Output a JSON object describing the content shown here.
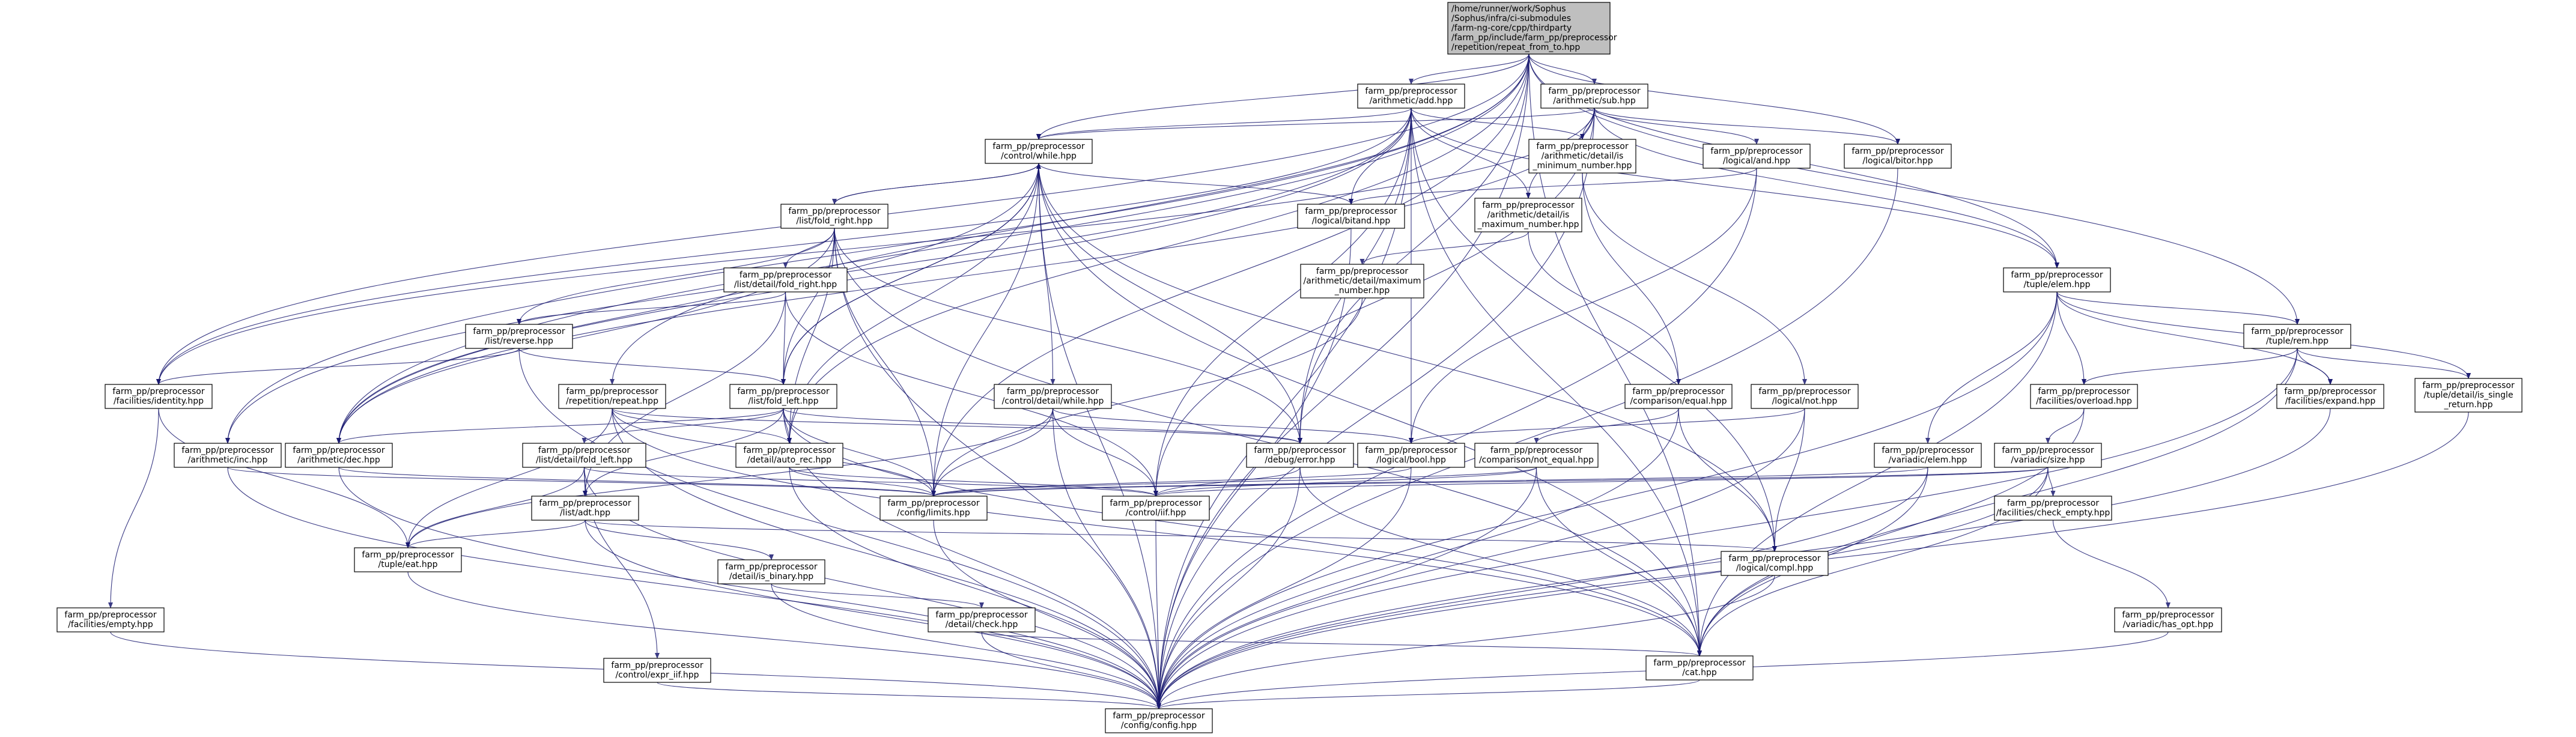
{
  "colors": {
    "edge": "#191970",
    "node_fill": "#ffffff",
    "root_fill": "#bfbfbf",
    "node_border": "#000000"
  },
  "nodes": [
    {
      "id": "root",
      "lines": [
        "/home/runner/work/Sophus",
        "/Sophus/infra/ci-submodules",
        "/farm-ng-core/cpp/thirdparty",
        "/farm_pp/include/farm_pp/preprocessor",
        "/repetition/repeat_from_to.hpp"
      ]
    },
    {
      "id": "arith_add",
      "lines": [
        "farm_pp/preprocessor",
        "/arithmetic/add.hpp"
      ]
    },
    {
      "id": "arith_sub",
      "lines": [
        "farm_pp/preprocessor",
        "/arithmetic/sub.hpp"
      ]
    },
    {
      "id": "control_while",
      "lines": [
        "farm_pp/preprocessor",
        "/control/while.hpp"
      ]
    },
    {
      "id": "arith_detail_is_min",
      "lines": [
        "farm_pp/preprocessor",
        "/arithmetic/detail/is",
        "_minimum_number.hpp"
      ]
    },
    {
      "id": "logical_and",
      "lines": [
        "farm_pp/preprocessor",
        "/logical/and.hpp"
      ]
    },
    {
      "id": "logical_bitor",
      "lines": [
        "farm_pp/preprocessor",
        "/logical/bitor.hpp"
      ]
    },
    {
      "id": "list_fold_right",
      "lines": [
        "farm_pp/preprocessor",
        "/list/fold_right.hpp"
      ]
    },
    {
      "id": "logical_bitand",
      "lines": [
        "farm_pp/preprocessor",
        "/logical/bitand.hpp"
      ]
    },
    {
      "id": "arith_detail_is_max",
      "lines": [
        "farm_pp/preprocessor",
        "/arithmetic/detail/is",
        "_maximum_number.hpp"
      ]
    },
    {
      "id": "list_detail_fold_right",
      "lines": [
        "farm_pp/preprocessor",
        "/list/detail/fold_right.hpp"
      ]
    },
    {
      "id": "arith_detail_maximum",
      "lines": [
        "farm_pp/preprocessor",
        "/arithmetic/detail/maximum",
        "_number.hpp"
      ]
    },
    {
      "id": "tuple_elem",
      "lines": [
        "farm_pp/preprocessor",
        "/tuple/elem.hpp"
      ]
    },
    {
      "id": "list_reverse",
      "lines": [
        "farm_pp/preprocessor",
        "/list/reverse.hpp"
      ]
    },
    {
      "id": "tuple_rem",
      "lines": [
        "farm_pp/preprocessor",
        "/tuple/rem.hpp"
      ]
    },
    {
      "id": "facilities_identity",
      "lines": [
        "farm_pp/preprocessor",
        "/facilities/identity.hpp"
      ]
    },
    {
      "id": "repetition_repeat",
      "lines": [
        "farm_pp/preprocessor",
        "/repetition/repeat.hpp"
      ]
    },
    {
      "id": "list_fold_left",
      "lines": [
        "farm_pp/preprocessor",
        "/list/fold_left.hpp"
      ]
    },
    {
      "id": "control_detail_while",
      "lines": [
        "farm_pp/preprocessor",
        "/control/detail/while.hpp"
      ]
    },
    {
      "id": "comparison_equal",
      "lines": [
        "farm_pp/preprocessor",
        "/comparison/equal.hpp"
      ]
    },
    {
      "id": "logical_not",
      "lines": [
        "farm_pp/preprocessor",
        "/logical/not.hpp"
      ]
    },
    {
      "id": "facilities_overload",
      "lines": [
        "farm_pp/preprocessor",
        "/facilities/overload.hpp"
      ]
    },
    {
      "id": "facilities_expand",
      "lines": [
        "farm_pp/preprocessor",
        "/facilities/expand.hpp"
      ]
    },
    {
      "id": "tuple_detail_is_single",
      "lines": [
        "farm_pp/preprocessor",
        "/tuple/detail/is_single",
        "_return.hpp"
      ]
    },
    {
      "id": "arith_inc",
      "lines": [
        "farm_pp/preprocessor",
        "/arithmetic/inc.hpp"
      ]
    },
    {
      "id": "arith_dec",
      "lines": [
        "farm_pp/preprocessor",
        "/arithmetic/dec.hpp"
      ]
    },
    {
      "id": "list_detail_fold_left",
      "lines": [
        "farm_pp/preprocessor",
        "/list/detail/fold_left.hpp"
      ]
    },
    {
      "id": "detail_auto_rec",
      "lines": [
        "farm_pp/preprocessor",
        "/detail/auto_rec.hpp"
      ]
    },
    {
      "id": "debug_error",
      "lines": [
        "farm_pp/preprocessor",
        "/debug/error.hpp"
      ]
    },
    {
      "id": "logical_bool",
      "lines": [
        "farm_pp/preprocessor",
        "/logical/bool.hpp"
      ]
    },
    {
      "id": "comparison_not_equal",
      "lines": [
        "farm_pp/preprocessor",
        "/comparison/not_equal.hpp"
      ]
    },
    {
      "id": "variadic_elem",
      "lines": [
        "farm_pp/preprocessor",
        "/variadic/elem.hpp"
      ]
    },
    {
      "id": "variadic_size",
      "lines": [
        "farm_pp/preprocessor",
        "/variadic/size.hpp"
      ]
    },
    {
      "id": "list_adt",
      "lines": [
        "farm_pp/preprocessor",
        "/list/adt.hpp"
      ]
    },
    {
      "id": "config_limits",
      "lines": [
        "farm_pp/preprocessor",
        "/config/limits.hpp"
      ]
    },
    {
      "id": "control_iif",
      "lines": [
        "farm_pp/preprocessor",
        "/control/iif.hpp"
      ]
    },
    {
      "id": "facilities_check_empty",
      "lines": [
        "farm_pp/preprocessor",
        "/facilities/check_empty.hpp"
      ]
    },
    {
      "id": "tuple_eat",
      "lines": [
        "farm_pp/preprocessor",
        "/tuple/eat.hpp"
      ]
    },
    {
      "id": "detail_is_binary",
      "lines": [
        "farm_pp/preprocessor",
        "/detail/is_binary.hpp"
      ]
    },
    {
      "id": "logical_compl",
      "lines": [
        "farm_pp/preprocessor",
        "/logical/compl.hpp"
      ]
    },
    {
      "id": "facilities_empty",
      "lines": [
        "farm_pp/preprocessor",
        "/facilities/empty.hpp"
      ]
    },
    {
      "id": "detail_check",
      "lines": [
        "farm_pp/preprocessor",
        "/detail/check.hpp"
      ]
    },
    {
      "id": "variadic_has_opt",
      "lines": [
        "farm_pp/preprocessor",
        "/variadic/has_opt.hpp"
      ]
    },
    {
      "id": "control_expr_iif",
      "lines": [
        "farm_pp/preprocessor",
        "/control/expr_iif.hpp"
      ]
    },
    {
      "id": "cat",
      "lines": [
        "farm_pp/preprocessor",
        "/cat.hpp"
      ]
    },
    {
      "id": "config_config",
      "lines": [
        "farm_pp/preprocessor",
        "/config/config.hpp"
      ]
    }
  ],
  "edges": [
    [
      "root",
      "arith_add"
    ],
    [
      "root",
      "arith_sub"
    ],
    [
      "root",
      "control_while"
    ],
    [
      "root",
      "tuple_elem"
    ],
    [
      "root",
      "tuple_rem"
    ],
    [
      "root",
      "repetition_repeat"
    ],
    [
      "root",
      "debug_error"
    ],
    [
      "root",
      "cat"
    ],
    [
      "root",
      "config_config"
    ],
    [
      "root",
      "detail_auto_rec"
    ],
    [
      "root",
      "arith_inc"
    ],
    [
      "root",
      "arith_dec"
    ],
    [
      "root",
      "config_limits"
    ],
    [
      "root",
      "facilities_identity"
    ],
    [
      "root",
      "logical_bitor"
    ],
    [
      "arith_add",
      "control_while"
    ],
    [
      "arith_add",
      "tuple_elem"
    ],
    [
      "arith_add",
      "arith_dec"
    ],
    [
      "arith_add",
      "arith_inc"
    ],
    [
      "arith_add",
      "arith_detail_is_min"
    ],
    [
      "arith_add",
      "arith_detail_is_max"
    ],
    [
      "arith_add",
      "logical_bitand"
    ],
    [
      "arith_add",
      "logical_bool"
    ],
    [
      "arith_add",
      "control_iif"
    ],
    [
      "arith_add",
      "config_config"
    ],
    [
      "arith_add",
      "cat"
    ],
    [
      "arith_add",
      "facilities_identity"
    ],
    [
      "arith_add",
      "logical_compl"
    ],
    [
      "arith_add",
      "debug_error"
    ],
    [
      "arith_sub",
      "control_while"
    ],
    [
      "arith_sub",
      "tuple_elem"
    ],
    [
      "arith_sub",
      "arith_dec"
    ],
    [
      "arith_sub",
      "arith_detail_is_min"
    ],
    [
      "arith_sub",
      "arith_detail_is_max"
    ],
    [
      "arith_sub",
      "logical_and"
    ],
    [
      "arith_sub",
      "logical_bitor"
    ],
    [
      "arith_sub",
      "config_config"
    ],
    [
      "arith_sub",
      "control_iif"
    ],
    [
      "arith_sub",
      "facilities_identity"
    ],
    [
      "control_while",
      "list_fold_right"
    ],
    [
      "control_while",
      "list_fold_left"
    ],
    [
      "control_while",
      "control_detail_while"
    ],
    [
      "control_while",
      "detail_auto_rec"
    ],
    [
      "control_while",
      "debug_error"
    ],
    [
      "control_while",
      "config_config"
    ],
    [
      "control_while",
      "config_limits"
    ],
    [
      "control_while",
      "logical_bitand"
    ],
    [
      "control_while",
      "cat"
    ],
    [
      "control_while",
      "arith_dec"
    ],
    [
      "control_while",
      "logical_compl"
    ],
    [
      "arith_detail_is_min",
      "comparison_equal"
    ],
    [
      "arith_detail_is_min",
      "logical_not"
    ],
    [
      "logical_and",
      "logical_bitand"
    ],
    [
      "logical_and",
      "logical_bool"
    ],
    [
      "logical_and",
      "config_config"
    ],
    [
      "logical_bitor",
      "config_config"
    ],
    [
      "list_fold_right",
      "control_while"
    ],
    [
      "list_fold_right",
      "list_detail_fold_right"
    ],
    [
      "list_fold_right",
      "list_fold_left"
    ],
    [
      "list_fold_right",
      "list_reverse"
    ],
    [
      "list_fold_right",
      "detail_auto_rec"
    ],
    [
      "list_fold_right",
      "debug_error"
    ],
    [
      "list_fold_right",
      "config_config"
    ],
    [
      "list_fold_right",
      "config_limits"
    ],
    [
      "list_fold_right",
      "cat"
    ],
    [
      "list_fold_right",
      "arith_dec"
    ],
    [
      "logical_bitand",
      "config_config"
    ],
    [
      "arith_detail_is_max",
      "arith_detail_maximum"
    ],
    [
      "arith_detail_is_max",
      "comparison_equal"
    ],
    [
      "arith_detail_maximum",
      "config_limits"
    ],
    [
      "list_detail_fold_right",
      "list_fold_left"
    ],
    [
      "list_detail_fold_right",
      "list_reverse"
    ],
    [
      "list_detail_fold_right",
      "control_iif"
    ],
    [
      "list_detail_fold_right",
      "list_adt"
    ],
    [
      "tuple_elem",
      "tuple_rem"
    ],
    [
      "tuple_elem",
      "facilities_overload"
    ],
    [
      "tuple_elem",
      "facilities_expand"
    ],
    [
      "tuple_elem",
      "tuple_detail_is_single"
    ],
    [
      "tuple_elem",
      "variadic_elem"
    ],
    [
      "tuple_elem",
      "cat"
    ],
    [
      "tuple_elem",
      "config_config"
    ],
    [
      "list_reverse",
      "list_fold_left"
    ],
    [
      "list_reverse",
      "facilities_identity"
    ],
    [
      "list_reverse",
      "config_config"
    ],
    [
      "tuple_rem",
      "facilities_overload"
    ],
    [
      "tuple_rem",
      "facilities_expand"
    ],
    [
      "tuple_rem",
      "tuple_detail_is_single"
    ],
    [
      "tuple_rem",
      "cat"
    ],
    [
      "tuple_rem",
      "config_config"
    ],
    [
      "facilities_identity",
      "facilities_empty"
    ],
    [
      "facilities_identity",
      "tuple_eat"
    ],
    [
      "repetition_repeat",
      "detail_auto_rec"
    ],
    [
      "repetition_repeat",
      "debug_error"
    ],
    [
      "repetition_repeat",
      "config_limits"
    ],
    [
      "repetition_repeat",
      "config_config"
    ],
    [
      "repetition_repeat",
      "tuple_eat"
    ],
    [
      "repetition_repeat",
      "cat"
    ],
    [
      "list_fold_left",
      "control_while"
    ],
    [
      "list_fold_left",
      "list_detail_fold_left"
    ],
    [
      "list_fold_left",
      "detail_auto_rec"
    ],
    [
      "list_fold_left",
      "debug_error"
    ],
    [
      "list_fold_left",
      "config_limits"
    ],
    [
      "list_fold_left",
      "config_config"
    ],
    [
      "list_fold_left",
      "arith_dec"
    ],
    [
      "list_fold_left",
      "cat"
    ],
    [
      "list_fold_left",
      "list_adt"
    ],
    [
      "control_detail_while",
      "control_iif"
    ],
    [
      "control_detail_while",
      "logical_bool"
    ],
    [
      "control_detail_while",
      "tuple_eat"
    ],
    [
      "control_detail_while",
      "config_limits"
    ],
    [
      "control_detail_while",
      "config_config"
    ],
    [
      "comparison_equal",
      "comparison_not_equal"
    ],
    [
      "comparison_equal",
      "logical_compl"
    ],
    [
      "comparison_equal",
      "config_config"
    ],
    [
      "logical_not",
      "logical_bool"
    ],
    [
      "logical_not",
      "logical_compl"
    ],
    [
      "logical_not",
      "config_config"
    ],
    [
      "facilities_overload",
      "variadic_size"
    ],
    [
      "facilities_overload",
      "cat"
    ],
    [
      "facilities_expand",
      "config_config"
    ],
    [
      "tuple_detail_is_single",
      "config_config"
    ],
    [
      "arith_inc",
      "config_config"
    ],
    [
      "arith_inc",
      "config_limits"
    ],
    [
      "arith_dec",
      "config_config"
    ],
    [
      "arith_dec",
      "config_limits"
    ],
    [
      "list_detail_fold_left",
      "list_adt"
    ],
    [
      "list_detail_fold_left",
      "control_expr_iif"
    ],
    [
      "list_detail_fold_left",
      "control_iif"
    ],
    [
      "list_detail_fold_left",
      "tuple_eat"
    ],
    [
      "list_detail_fold_left",
      "config_config"
    ],
    [
      "detail_auto_rec",
      "control_iif"
    ],
    [
      "detail_auto_rec",
      "config_limits"
    ],
    [
      "detail_auto_rec",
      "config_config"
    ],
    [
      "debug_error",
      "control_iif"
    ],
    [
      "debug_error",
      "cat"
    ],
    [
      "debug_error",
      "config_config"
    ],
    [
      "logical_bool",
      "config_config"
    ],
    [
      "logical_bool",
      "config_limits"
    ],
    [
      "comparison_not_equal",
      "control_iif"
    ],
    [
      "comparison_not_equal",
      "config_limits"
    ],
    [
      "comparison_not_equal",
      "cat"
    ],
    [
      "comparison_not_equal",
      "config_config"
    ],
    [
      "variadic_elem",
      "cat"
    ],
    [
      "variadic_elem",
      "config_config"
    ],
    [
      "variadic_elem",
      "config_limits"
    ],
    [
      "variadic_size",
      "facilities_check_empty"
    ],
    [
      "variadic_size",
      "cat"
    ],
    [
      "variadic_size",
      "config_config"
    ],
    [
      "variadic_size",
      "config_limits"
    ],
    [
      "variadic_size",
      "control_iif"
    ],
    [
      "list_adt",
      "detail_is_binary"
    ],
    [
      "list_adt",
      "logical_compl"
    ],
    [
      "list_adt",
      "config_config"
    ],
    [
      "list_adt",
      "tuple_eat"
    ],
    [
      "config_limits",
      "config_config"
    ],
    [
      "control_iif",
      "config_config"
    ],
    [
      "facilities_check_empty",
      "variadic_has_opt"
    ],
    [
      "tuple_eat",
      "config_config"
    ],
    [
      "detail_is_binary",
      "detail_check"
    ],
    [
      "detail_is_binary",
      "config_config"
    ],
    [
      "logical_compl",
      "config_config"
    ],
    [
      "facilities_empty",
      "config_config"
    ],
    [
      "detail_check",
      "cat"
    ],
    [
      "detail_check",
      "config_config"
    ],
    [
      "variadic_has_opt",
      "config_config"
    ],
    [
      "control_expr_iif",
      "config_config"
    ],
    [
      "cat",
      "config_config"
    ]
  ]
}
